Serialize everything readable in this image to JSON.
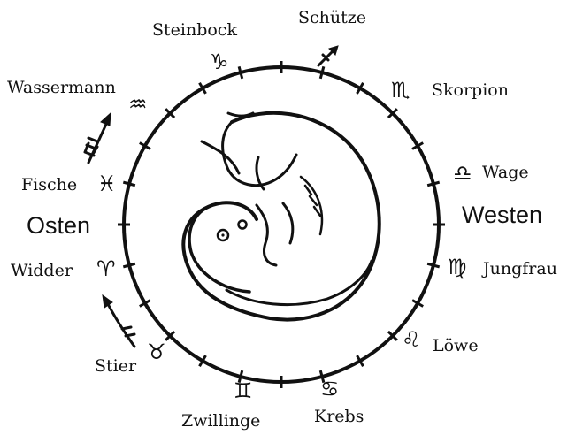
{
  "directions": {
    "east": "Osten",
    "west": "Westen"
  },
  "signs": {
    "steinbock": {
      "label": "Steinbock",
      "symbol": "♑"
    },
    "schuetze": {
      "label": "Schütze",
      "symbol": "♐"
    },
    "skorpion": {
      "label": "Skorpion",
      "symbol": "♏"
    },
    "wage": {
      "label": "Wage",
      "symbol": "♎"
    },
    "jungfrau": {
      "label": "Jungfrau",
      "symbol": "♍"
    },
    "loewe": {
      "label": "Löwe",
      "symbol": "♌"
    },
    "krebs": {
      "label": "Krebs",
      "symbol": "♋"
    },
    "zwillinge": {
      "label": "Zwillinge",
      "symbol": "♊"
    },
    "stier": {
      "label": "Stier",
      "symbol": "♉"
    },
    "widder": {
      "label": "Widder",
      "symbol": "♈"
    },
    "fische": {
      "label": "Fische",
      "symbol": "♓"
    },
    "wassermann": {
      "label": "Wassermann",
      "symbol": "♒"
    }
  },
  "colors": {
    "ink": "#111111",
    "paper": "#ffffff"
  }
}
